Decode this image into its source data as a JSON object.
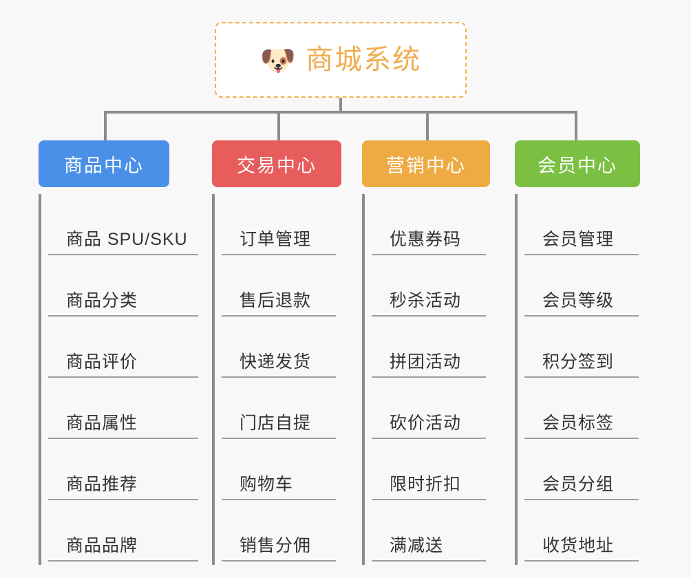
{
  "background_color": "#f8f8f8",
  "root": {
    "emoji": "dog-face-icon",
    "emoji_glyph": "🐶",
    "title": "商城系统",
    "accent_color": "#f0ad4e",
    "border_style": "dashed"
  },
  "connector_color": "#8c8c8c",
  "columns": [
    {
      "header": "商品中心",
      "color": "#4a90e8",
      "items": [
        "商品 SPU/SKU",
        "商品分类",
        "商品评价",
        "商品属性",
        "商品推荐",
        "商品品牌"
      ]
    },
    {
      "header": "交易中心",
      "color": "#e75c5c",
      "items": [
        "订单管理",
        "售后退款",
        "快递发货",
        "门店自提",
        "购物车",
        "销售分佣"
      ]
    },
    {
      "header": "营销中心",
      "color": "#eeab43",
      "items": [
        "优惠券码",
        "秒杀活动",
        "拼团活动",
        "砍价活动",
        "限时折扣",
        "满减送"
      ]
    },
    {
      "header": "会员中心",
      "color": "#7bc043",
      "items": [
        "会员管理",
        "会员等级",
        "积分签到",
        "会员标签",
        "会员分组",
        "收货地址"
      ]
    }
  ]
}
